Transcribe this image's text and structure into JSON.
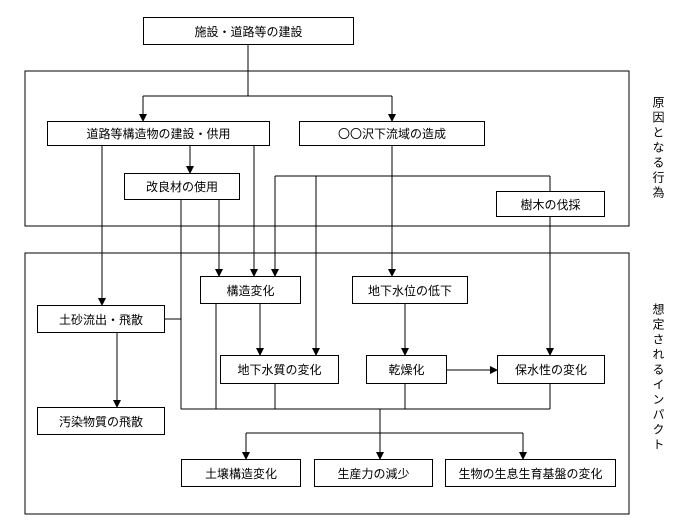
{
  "nodes": {
    "construction": "施設・道路等の建設",
    "road_structures": "道路等構造物の建設・供用",
    "valley_creation": "〇〇沢下流域の造成",
    "improvement_material": "改良材の使用",
    "tree_felling": "樹木の伐採",
    "sediment_runoff": "土砂流出・飛散",
    "structural_change": "構造変化",
    "groundwater_drop": "地下水位の低下",
    "groundwater_quality": "地下水質の変化",
    "drying": "乾燥化",
    "water_retention": "保水性の変化",
    "pollutant_scatter": "汚染物質の飛散",
    "soil_structure": "土壌構造変化",
    "productivity_drop": "生産力の減少",
    "habitat_change": "生物の生息生育基盤の変化"
  },
  "side_labels": {
    "causes": "原因となる行為",
    "impacts": "想定されるインパクト"
  }
}
